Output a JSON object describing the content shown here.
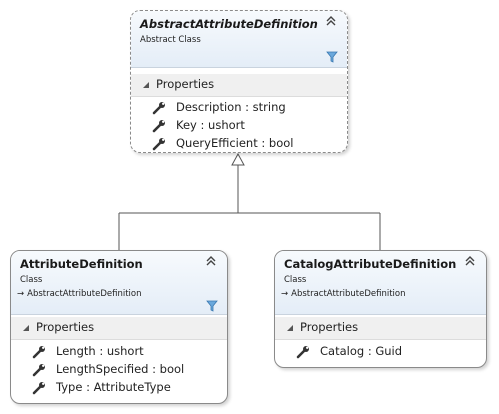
{
  "diagram": {
    "abstract_class": {
      "name": "AbstractAttributeDefinition",
      "stereotype": "Abstract Class",
      "section_label": "Properties",
      "properties": [
        "Description : string",
        "Key : ushort",
        "QueryEfficient : bool"
      ]
    },
    "attribute_definition": {
      "name": "AttributeDefinition",
      "stereotype": "Class",
      "base": "AbstractAttributeDefinition",
      "section_label": "Properties",
      "properties": [
        "Length : ushort",
        "LengthSpecified : bool",
        "Type : AttributeType"
      ]
    },
    "catalog_attribute_definition": {
      "name": "CatalogAttributeDefinition",
      "stereotype": "Class",
      "base": "AbstractAttributeDefinition",
      "section_label": "Properties",
      "properties": [
        "Catalog : Guid"
      ]
    }
  },
  "icons": {
    "collapse": "double-chevron-up-icon",
    "filter": "filter-icon",
    "property": "wrench-icon",
    "section_toggle": "triangle-expanded-icon",
    "inheritance_arrow": "arrow-right-icon"
  },
  "colors": {
    "header_top": "#f7fafd",
    "header_bottom": "#e4edf7",
    "border": "#8a8a8a",
    "connector": "#555555"
  }
}
